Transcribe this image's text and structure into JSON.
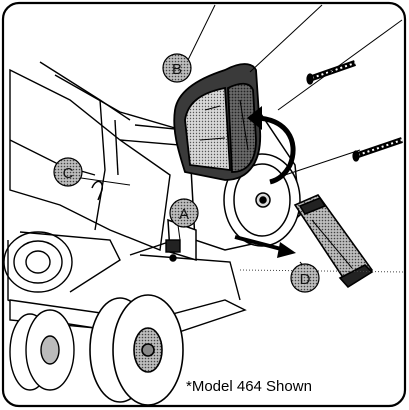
{
  "figure": {
    "callouts": [
      {
        "id": "B",
        "label": "B"
      },
      {
        "id": "C",
        "label": "C"
      },
      {
        "id": "A",
        "label": "A"
      },
      {
        "id": "D",
        "label": "D"
      }
    ],
    "caption": "*Model 464 Shown"
  }
}
